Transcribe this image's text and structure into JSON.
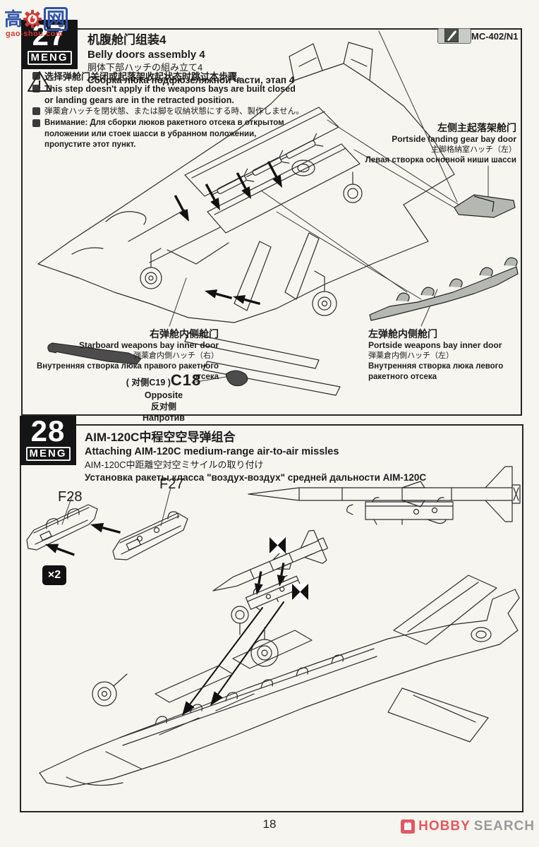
{
  "page": {
    "number": "18",
    "watermark": {
      "char1": "高",
      "char2": "网",
      "domain": "gao-shou.com"
    },
    "footer_logo": {
      "part1": "HOBBY",
      "part2": "SEARCH"
    }
  },
  "step27": {
    "number": "27",
    "brand": "MENG",
    "title_zh": "机腹舱门组装4",
    "title_en": "Belly doors assembly 4",
    "title_ja": "胴体下部ハッチの組み立て4",
    "title_ru": "Сборка люка подфюзеляжной части, этап 4",
    "warning": {
      "zh": "选择弹舱门关闭或起落架收起状态时跳过本步骤。",
      "en1": "This step doesn't apply if the weapons bays are built closed",
      "en2": "or landing gears are in the retracted position.",
      "ja": "弾薬倉ハッチを閉状態、または脚を収納状態にする時、製作しません。",
      "ru1": "Внимание: Для сборки люков ракетного отсека в открытом",
      "ru2": "положении или стоек шасси в убранном положении,",
      "ru3": "пропустите этот пункт."
    },
    "paint": {
      "code": "MC-402/N1"
    },
    "label_gear_door": {
      "zh": "左侧主起落架舱门",
      "en": "Portside landing gear bay door",
      "ja": "主脚格納室ハッチ（左）",
      "ru": "Левая створка основной ниши шасси"
    },
    "label_starboard_door": {
      "zh": "右弹舱内侧舱门",
      "en": "Starboard weapons bay inner door",
      "ja": "弾薬倉内側ハッチ（右）",
      "ru": "Внутренняя створка люка правого ракетного отсека"
    },
    "label_portside_door": {
      "zh": "左弹舱内侧舱门",
      "en": "Portside weapons bay inner door",
      "ja": "弾薬倉内側ハッチ（左）",
      "ru": "Внутренняя створка люка левого ракетного отсека"
    },
    "part_c18": {
      "opposite_ref": "( 对侧C19 )",
      "code": "C18",
      "en": "Opposite",
      "zh": "反对侧",
      "ru": "Напротив"
    }
  },
  "step28": {
    "number": "28",
    "brand": "MENG",
    "title_zh": "AIM-120C中程空空导弹组合",
    "title_en": "Attaching AIM-120C medium-range air-to-air missles",
    "title_ja": "AIM-120C中距離空対空ミサイルの取り付け",
    "title_ru": "Установка ракеты класса \"воздух-воздух\" средней дальности AIM-120C",
    "part_f28": "F28",
    "part_f27": "F27",
    "quantity": "×2"
  }
}
